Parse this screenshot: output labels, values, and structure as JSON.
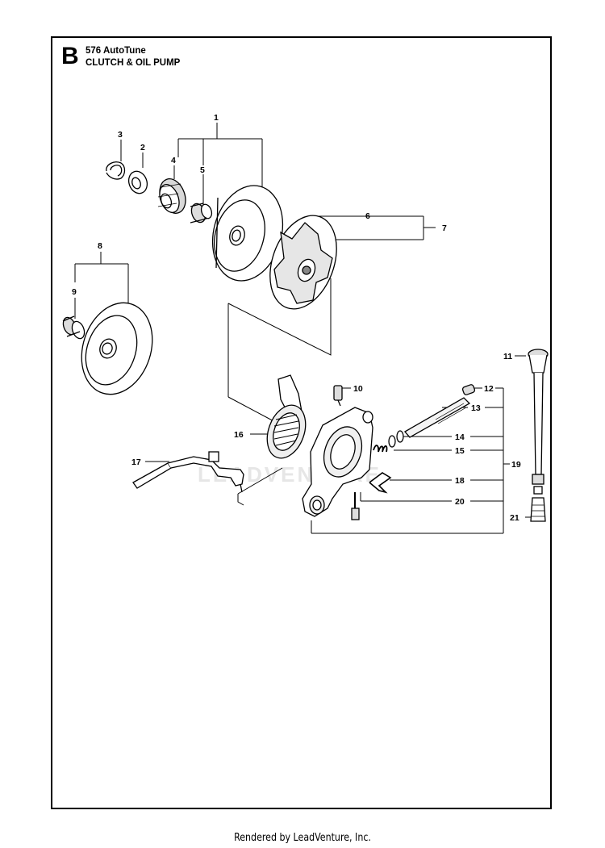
{
  "header": {
    "section_letter": "B",
    "model": "576 AutoTune",
    "section_title": "CLUTCH & OIL PUMP"
  },
  "watermark": "LEADVENTURE",
  "callouts": [
    "1",
    "2",
    "3",
    "4",
    "5",
    "6",
    "7",
    "8",
    "9",
    "10",
    "11",
    "12",
    "13",
    "14",
    "15",
    "16",
    "17",
    "18",
    "19",
    "20",
    "21"
  ],
  "footer": "Rendered by LeadVenture, Inc."
}
